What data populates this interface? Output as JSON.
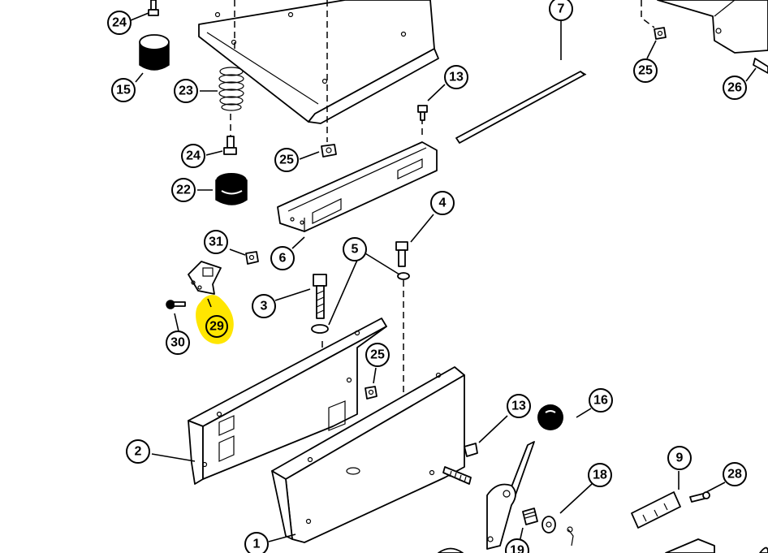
{
  "diagram": {
    "callouts": [
      {
        "id": "c24a",
        "label": "24"
      },
      {
        "id": "c15",
        "label": "15"
      },
      {
        "id": "c23",
        "label": "23"
      },
      {
        "id": "c24b",
        "label": "24"
      },
      {
        "id": "c22",
        "label": "22"
      },
      {
        "id": "c25a",
        "label": "25"
      },
      {
        "id": "c13a",
        "label": "13"
      },
      {
        "id": "c7",
        "label": "7"
      },
      {
        "id": "c25b",
        "label": "25"
      },
      {
        "id": "c26",
        "label": "26"
      },
      {
        "id": "c31",
        "label": "31"
      },
      {
        "id": "c6",
        "label": "6"
      },
      {
        "id": "c4",
        "label": "4"
      },
      {
        "id": "c5",
        "label": "5"
      },
      {
        "id": "c3",
        "label": "3"
      },
      {
        "id": "c29",
        "label": "29"
      },
      {
        "id": "c30",
        "label": "30"
      },
      {
        "id": "c25c",
        "label": "25"
      },
      {
        "id": "c13b",
        "label": "13"
      },
      {
        "id": "c16",
        "label": "16"
      },
      {
        "id": "c2",
        "label": "2"
      },
      {
        "id": "c18",
        "label": "18"
      },
      {
        "id": "c9",
        "label": "9"
      },
      {
        "id": "c28",
        "label": "28"
      },
      {
        "id": "c1",
        "label": "1"
      },
      {
        "id": "c19",
        "label": "19"
      }
    ],
    "highlight_color": "#ffe600",
    "highlighted_part": "29"
  }
}
